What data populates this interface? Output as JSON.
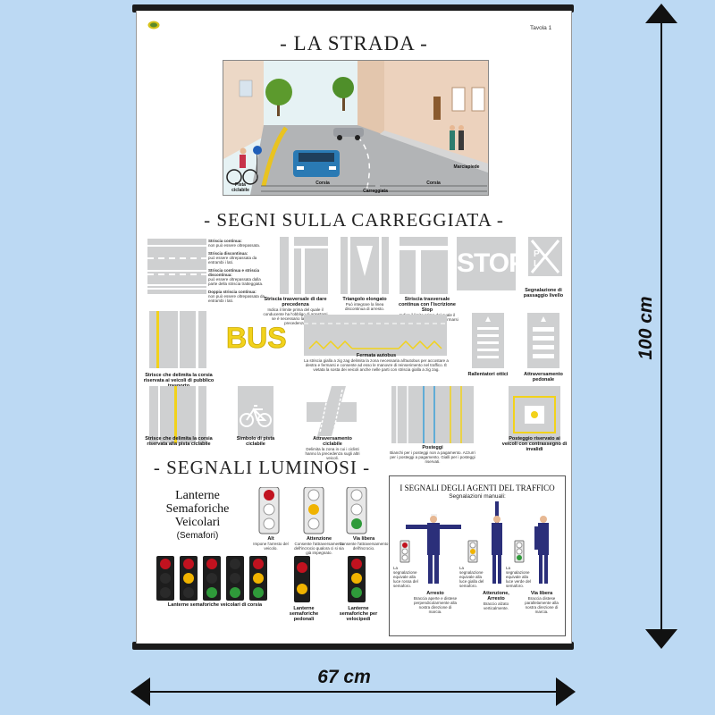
{
  "poster": {
    "tavola": "Tavola 1",
    "title_strada": "- LA STRADA -",
    "title_segni": "- SEGNI SULLA CARREGGIATA -",
    "title_segnali": "- SEGNALI LUMINOSI -"
  },
  "street_scene": {
    "labels": {
      "pista": "Pista ciclabile",
      "corsia1": "Corsia",
      "corsia2": "Corsia",
      "carreggiata": "Carreggiata",
      "marciapiede": "Marciapiede"
    }
  },
  "segni": {
    "lines_block": [
      {
        "title": "Striscia continua:",
        "desc": "non può essere oltrepassata."
      },
      {
        "title": "Striscia discontinua:",
        "desc": "può essere oltrepassata da entrambi i lati."
      },
      {
        "title": "Striscia continua e striscia discontinua:",
        "desc": "può essere oltrepassata dalla parte della striscia tratteggiata."
      },
      {
        "title": "Doppia striscia continua:",
        "desc": "non può essere oltrepassata da entrambi i lati."
      }
    ],
    "row1": [
      {
        "title": "Striscia trasversale di dare precedenza",
        "desc": "Indica il limite prima del quale il conducente ha l'obbligo di arrestarsi se è necessario lasciare la precedenza."
      },
      {
        "title": "Triangolo elongato",
        "desc": "Può integrare la linea discontinua di arresto."
      },
      {
        "title": "Striscia trasversale continua con l'iscrizione Stop",
        "desc": "Indica il limite prima del quale il conducente ha l'obbligo di fermarsi e dare la precedenza."
      },
      {
        "title": "Segnalazione di passaggio livello",
        "desc": ""
      }
    ],
    "stop_text": "STOP",
    "pl_text": "P L",
    "bus_text": "BUS",
    "row2": [
      {
        "title": "Strisce che delimita la corsia riservata ai veicoli di pubblico trasporto",
        "desc": ""
      },
      {
        "title": "Fermata autobus",
        "desc": "La striscia gialla a zig zag delimita la zona necessaria all'autobus per accostare a destra e fermarsi e consente ad esso le manovre di reinserimento nel traffico. È vietata la sosta dei veicoli anche nelle parti con striscia gialla a zig zag."
      },
      {
        "title": "Rallentatori ottici",
        "desc": ""
      },
      {
        "title": "Attraversamento pedonale",
        "desc": ""
      }
    ],
    "row3": [
      {
        "title": "Strisce che delimita la corsia riservata alla pista ciclabile",
        "desc": ""
      },
      {
        "title": "Simbolo di pista ciclabile",
        "desc": ""
      },
      {
        "title": "Attraversamento ciclabile",
        "desc": "Delimita la zona in cui i ciclisti hanno la precedenza sugli altri veicoli."
      },
      {
        "title": "Posteggi",
        "desc": "Bianchi per i posteggi non a pagamento. Azzurri per i posteggi a pagamento. Gialli per i posteggi riservati."
      },
      {
        "title": "Posteggio riservato ai veicoli con contrassegno di invalidi",
        "desc": ""
      }
    ]
  },
  "segnali": {
    "lanterne": [
      "Lanterne",
      "Semaforiche",
      "Veicolari",
      "(Semafori)"
    ],
    "lights": [
      {
        "title": "Alt",
        "desc": "Impone l'arresto del veicolo."
      },
      {
        "title": "Attenzione",
        "desc": "Consente l'attraversamento dell'incrocio qualora ci si sia già impegnato."
      },
      {
        "title": "Via libera",
        "desc": "Consente l'attraversamento dell'incrocio."
      }
    ],
    "corsia_caption": "Lanterne semaforiche veicolari di corsia",
    "pedonali_caption": "Lanterne semaforiche pedonali",
    "velocipedi_caption": "Lanterne semaforiche per velocipedi"
  },
  "agenti": {
    "title": "I SEGNALI DEGLI AGENTI DEL TRAFFICO",
    "subtitle": "Segnalazioni manuali:",
    "items": [
      {
        "note": "La segnalazione equivale alla luce rossa del semaforo.",
        "title": "Arresto",
        "desc": "Braccia aperte e distese perpendicolarmente alla nostra direzione di marcia."
      },
      {
        "note": "La segnalazione equivale alla luce gialla del semaforo.",
        "title": "Attenzione, Arresto",
        "desc": "Braccio alzato verticalmente."
      },
      {
        "note": "La segnalazione equivale alla luce verde del semaforo.",
        "title": "Via libera",
        "desc": "Braccia distese parallelamente alla nostra direzione di marcia."
      }
    ]
  },
  "dimensions": {
    "height": "100 cm",
    "width": "67 cm"
  },
  "colors": {
    "background": "#bcd9f3",
    "road": "#cfd0d1",
    "bus_yellow": "#f2d21b",
    "uniform": "#2b2f7a"
  }
}
